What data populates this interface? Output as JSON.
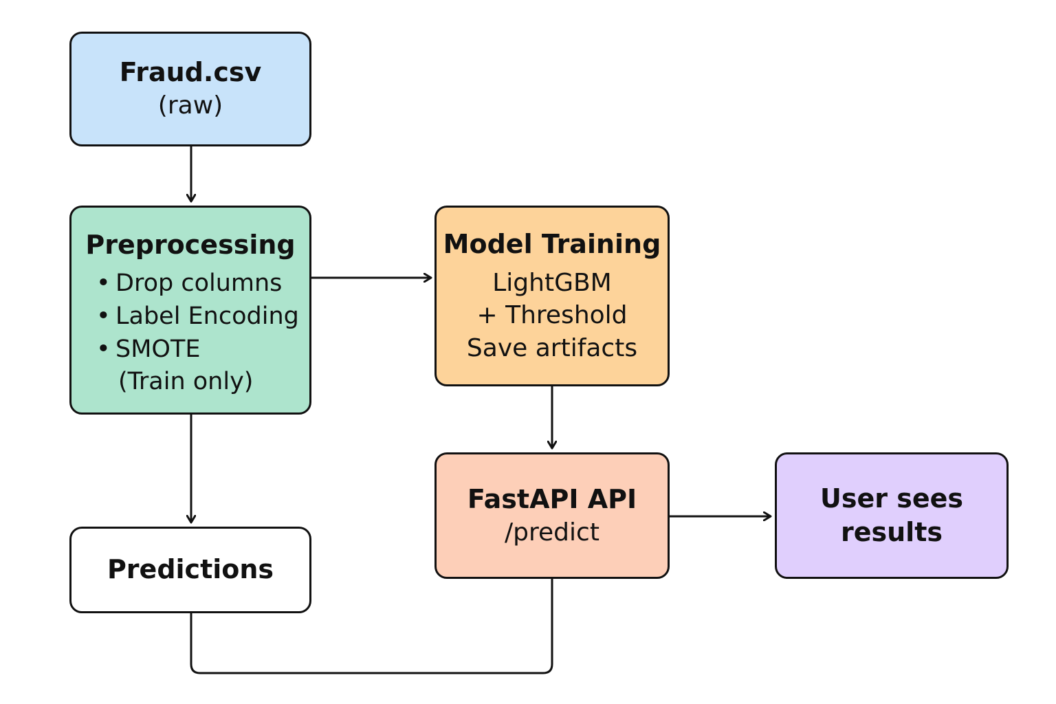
{
  "nodes": {
    "raw_data": {
      "title": "Fraud.csv",
      "subtitle": "(raw)",
      "color": "#c8e3fa"
    },
    "preprocessing": {
      "title": "Preprocessing",
      "bullet": "•",
      "steps": [
        "Drop columns",
        "Label Encoding",
        "SMOTE"
      ],
      "note": "(Train only)",
      "color": "#ade4cd"
    },
    "predictions": {
      "title": "Predictions",
      "color": "#ffffff"
    },
    "model_training": {
      "title": "Model Training",
      "lines": [
        "LightGBM",
        "+ Threshold",
        "Save artifacts"
      ],
      "color": "#fdd39a"
    },
    "api": {
      "title": "FastAPI API",
      "subtitle": "/predict",
      "color": "#fdcfb8"
    },
    "user": {
      "title_lines": [
        "User sees",
        "results"
      ],
      "color": "#e0cffd"
    }
  },
  "line_color": "#111111"
}
